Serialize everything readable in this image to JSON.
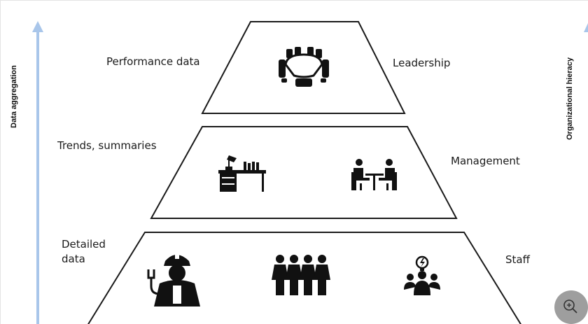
{
  "left_axis": {
    "label": "Data aggregation"
  },
  "right_axis": {
    "label": "Organizational hieracy"
  },
  "tiers": [
    {
      "data_label": "Performance data",
      "role_label": "Leadership",
      "icons": [
        "conference-table-icon"
      ]
    },
    {
      "data_label": "Trends, summaries",
      "role_label": "Management",
      "icons": [
        "office-desk-icon",
        "meeting-people-icon"
      ]
    },
    {
      "data_label_lines": [
        "Detailed",
        "data"
      ],
      "role_label": "Staff",
      "icons": [
        "electrician-worker-icon",
        "group-people-icon",
        "idea-team-icon"
      ]
    }
  ],
  "colors": {
    "arrow": "#a9c6ea",
    "outline": "#1a1a1a",
    "zoom_button": "#9e9e9e"
  },
  "controls": {
    "zoom_icon": "zoom-in-icon"
  }
}
